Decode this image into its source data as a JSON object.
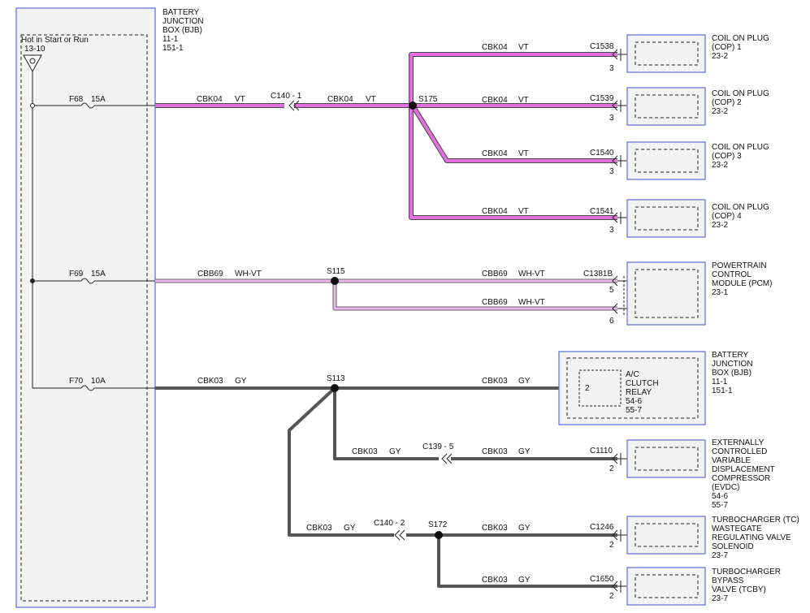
{
  "bjb": {
    "lines": [
      "BATTERY",
      "JUNCTION",
      "BOX (BJB)",
      "11-1",
      "151-1"
    ],
    "hot_label": "Hot in Start or Run",
    "hot_ref": "13-10",
    "fuses": [
      {
        "name": "F68",
        "rating": "15A"
      },
      {
        "name": "F69",
        "rating": "15A"
      },
      {
        "name": "F70",
        "rating": "10A"
      }
    ]
  },
  "colors": {
    "vt": "#e46fe0",
    "wh_vt": "#eeb6ee",
    "gy": "#555555",
    "box_border": "#5b6fd6",
    "box_fill": "#f2f2f2"
  },
  "wires": {
    "w1": {
      "circuit": "CBK04",
      "color": "VT"
    },
    "w2": {
      "circuit": "CBK04",
      "color": "VT"
    },
    "w3": {
      "circuit": "CBK04",
      "color": "VT"
    },
    "w4": {
      "circuit": "CBK04",
      "color": "VT"
    },
    "w5": {
      "circuit": "CBK04",
      "color": "VT"
    },
    "w6": {
      "circuit": "CBK04",
      "color": "VT"
    },
    "w7": {
      "circuit": "CBB69",
      "color": "WH-VT"
    },
    "w8": {
      "circuit": "CBB69",
      "color": "WH-VT"
    },
    "w9": {
      "circuit": "CBB69",
      "color": "WH-VT"
    },
    "w10": {
      "circuit": "CBK03",
      "color": "GY"
    },
    "w11": {
      "circuit": "CBK03",
      "color": "GY"
    },
    "w12": {
      "circuit": "CBK03",
      "color": "GY"
    },
    "w13": {
      "circuit": "CBK03",
      "color": "GY"
    },
    "w14": {
      "circuit": "CBK03",
      "color": "GY"
    },
    "w15": {
      "circuit": "CBK03",
      "color": "GY"
    },
    "w16": {
      "circuit": "CBK03",
      "color": "GY"
    }
  },
  "connectors": {
    "c140_1": "C140 - 1",
    "c139_5": "C139 - 5",
    "c140_2": "C140 - 2"
  },
  "splices": {
    "s175": "S175",
    "s115": "S115",
    "s113": "S113",
    "s172": "S172"
  },
  "components": [
    {
      "connector": "C1538",
      "pin": "3",
      "lines": [
        "COIL ON PLUG",
        "(COP) 1",
        "23-2"
      ]
    },
    {
      "connector": "C1539",
      "pin": "3",
      "lines": [
        "COIL ON PLUG",
        "(COP) 2",
        "23-2"
      ]
    },
    {
      "connector": "C1540",
      "pin": "3",
      "lines": [
        "COIL ON PLUG",
        "(COP) 3",
        "23-2"
      ]
    },
    {
      "connector": "C1541",
      "pin": "3",
      "lines": [
        "COIL ON PLUG",
        "(COP) 4",
        "23-2"
      ]
    },
    {
      "connector": "C1381B",
      "pins": [
        "5",
        "6"
      ],
      "lines": [
        "POWERTRAIN",
        "CONTROL",
        "MODULE (PCM)",
        "23-1"
      ]
    },
    {
      "pin": "2",
      "relay_lines": [
        "A/C",
        "CLUTCH",
        "RELAY",
        "54-6",
        "55-7"
      ],
      "lines": [
        "BATTERY",
        "JUNCTION",
        "BOX (BJB)",
        "11-1",
        "151-1"
      ]
    },
    {
      "connector": "C1110",
      "pin": "2",
      "lines": [
        "EXTERNALLY",
        "CONTROLLED",
        "VARIABLE",
        "DISPLACEMENT",
        "COMPRESSOR",
        "(EVDC)",
        "54-6",
        "55-7"
      ]
    },
    {
      "connector": "C1246",
      "pin": "2",
      "lines": [
        "TURBOCHARGER (TC)",
        "WASTEGATE",
        "REGULATING VALVE",
        "SOLENOID",
        "23-7"
      ]
    },
    {
      "connector": "C1650",
      "pin": "2",
      "lines": [
        "TURBOCHARGER",
        "BYPASS",
        "VALVE (TCBY)",
        "23-7"
      ]
    }
  ]
}
